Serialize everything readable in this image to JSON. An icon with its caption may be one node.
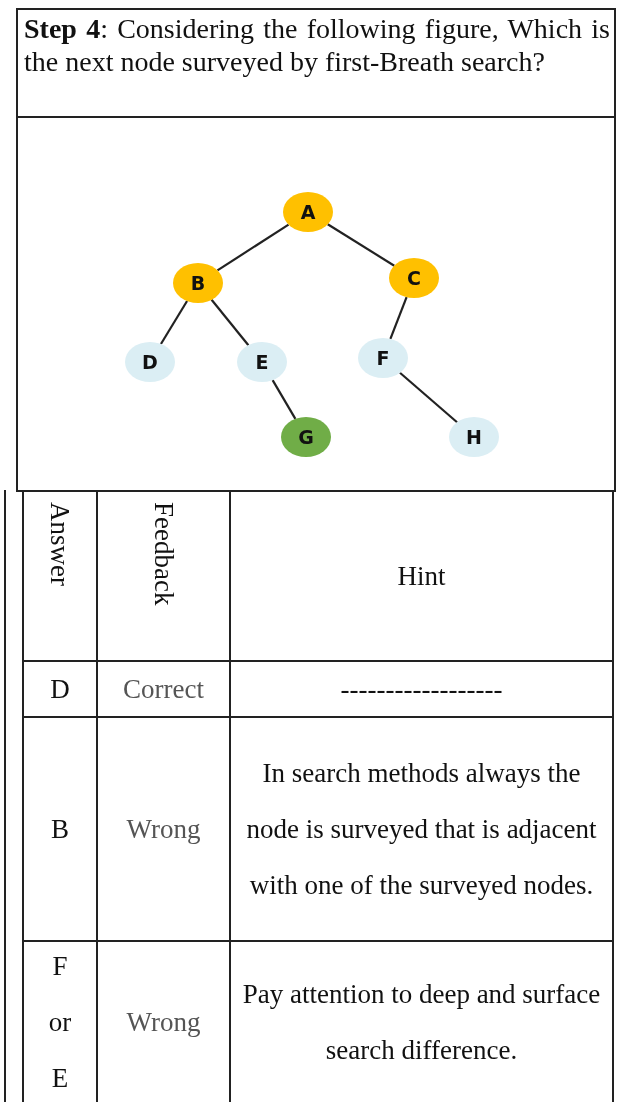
{
  "diagram": {
    "title": "**Step 4**: Considering the following figure, Which is the next node surveyed by first-Breath search?",
    "nodes": [
      {
        "text": [
          "A"
        ]
      },
      {
        "text": [
          "B"
        ]
      },
      {
        "text": [
          "C"
        ]
      },
      {
        "text": [
          "D"
        ]
      },
      {
        "text": [
          "E"
        ]
      },
      {
        "text": [
          "F"
        ]
      },
      {
        "text": [
          "G"
        ]
      },
      {
        "text": [
          "H"
        ]
      }
    ],
    "edges": [
      {
        "from": 0,
        "to": 1,
        "arrow": "none"
      },
      {
        "from": 0,
        "to": 2,
        "arrow": "none"
      },
      {
        "from": 1,
        "to": 3,
        "arrow": "none"
      },
      {
        "from": 1,
        "to": 4,
        "arrow": "none"
      },
      {
        "from": 2,
        "to": 5,
        "arrow": "none"
      },
      {
        "from": 4,
        "to": 6,
        "arrow": "none"
      },
      {
        "from": 5,
        "to": 7,
        "arrow": "none"
      }
    ],
    "labels": [
      "Answer",
      "Feedback",
      "Hint",
      "D",
      "Correct",
      "------------------",
      "B",
      "Wrong",
      "In search methods always the node is surveyed that is adjacent with one of the surveyed nodes.",
      "F or E",
      "Wrong",
      "Pay attention to deep and surface search difference."
    ]
  }
}
